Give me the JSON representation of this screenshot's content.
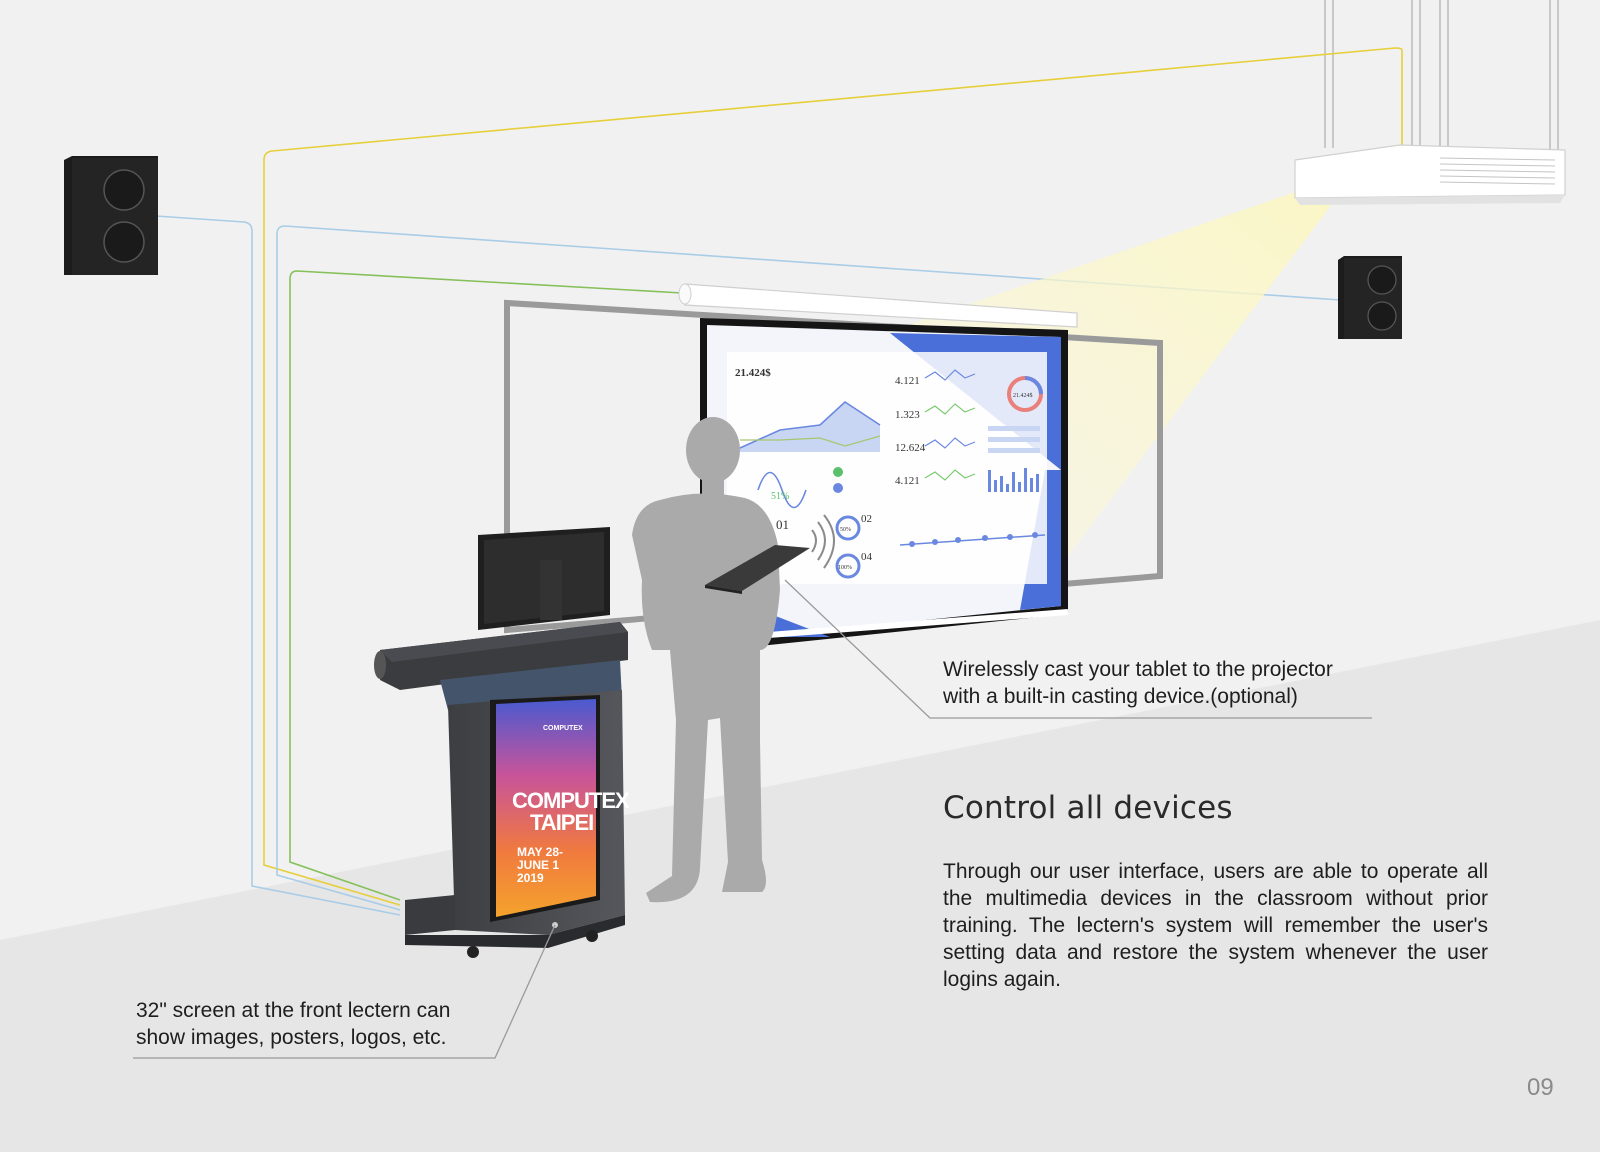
{
  "callouts": {
    "cast": {
      "line1": "Wirelessly cast your tablet to the projector",
      "line2": "with a built-in casting device.(optional)"
    },
    "screen": {
      "line1": "32\" screen at the front lectern can",
      "line2": "show images, posters, logos, etc."
    }
  },
  "section": {
    "title": "Control all devices",
    "body": "Through our user interface, users are able to operate all the multimedia devices in the classroom without prior training. The lectern's system will remember the user's setting data and restore the system whenever the user logins again."
  },
  "page_number": "09",
  "projected_dashboard": {
    "total_value": "21.424$",
    "metric_1": "4.121",
    "metric_2": "1.323",
    "metric_3": "12.624",
    "metric_4": "4.121",
    "donut_value": "21.424$",
    "percent_a": "51%",
    "percent_b": "50%",
    "percent_c": "100%",
    "step_01": "01",
    "step_02": "02",
    "step_04": "04"
  },
  "lectern_poster": {
    "brand": "COMPUTEX",
    "headline_1": "COMPUTEX",
    "headline_2": "TAIPEI",
    "dates": [
      "MAY 28-",
      "JUNE 1",
      "2019"
    ]
  },
  "colors": {
    "yellow_cable": "#e6cf3a",
    "blue_cable": "#a9cde6",
    "green_cable": "#86c05a",
    "accent_blue": "#4a6fd8"
  }
}
